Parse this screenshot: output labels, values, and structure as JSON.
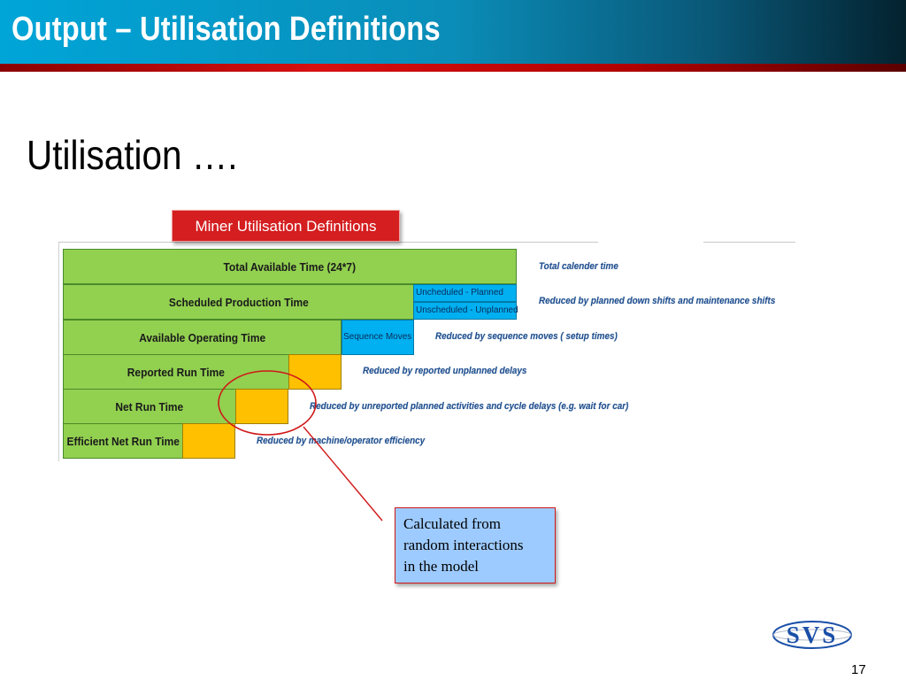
{
  "slide": {
    "title": "Output – Utilisation Definitions",
    "subtitle": "Utilisation ….",
    "page_number": "17",
    "logo_text": "SVS"
  },
  "diagram": {
    "title": "Miner Utilisation Definitions",
    "bars": [
      {
        "label": "Total Available Time (24*7)"
      },
      {
        "label": "Scheduled Production Time"
      },
      {
        "label": "Available Operating Time"
      },
      {
        "label": "Reported Run Time"
      },
      {
        "label": "Net Run Time"
      },
      {
        "label": "Efficient Net Run Time"
      }
    ],
    "blue_boxes": {
      "unscheduled_planned": "Uncheduled - Planned",
      "unscheduled_unplanned": "Unscheduled - Unplanned",
      "sequence_moves": "Sequence Moves"
    },
    "notes": [
      "Total calender time",
      "Reduced by planned down shifts and maintenance shifts",
      "Reduced by sequence moves ( setup times)",
      "Reduced by reported unplanned delays",
      "Reduced by unreported planned activities and cycle delays (e.g. wait for car)",
      "Reduced by machine/operator efficiency"
    ]
  },
  "callout": {
    "line1": "Calculated from",
    "line2": "random interactions",
    "line3": "in the model"
  },
  "colors": {
    "header_start": "#00a5d8",
    "header_end": "#03222e",
    "accent_red": "#d41e20",
    "bar_green": "#92d050",
    "delay_yellow": "#ffc000",
    "box_blue": "#00b0f0",
    "callout_blue": "#9ecbff",
    "note_text": "#1f4f8f"
  }
}
